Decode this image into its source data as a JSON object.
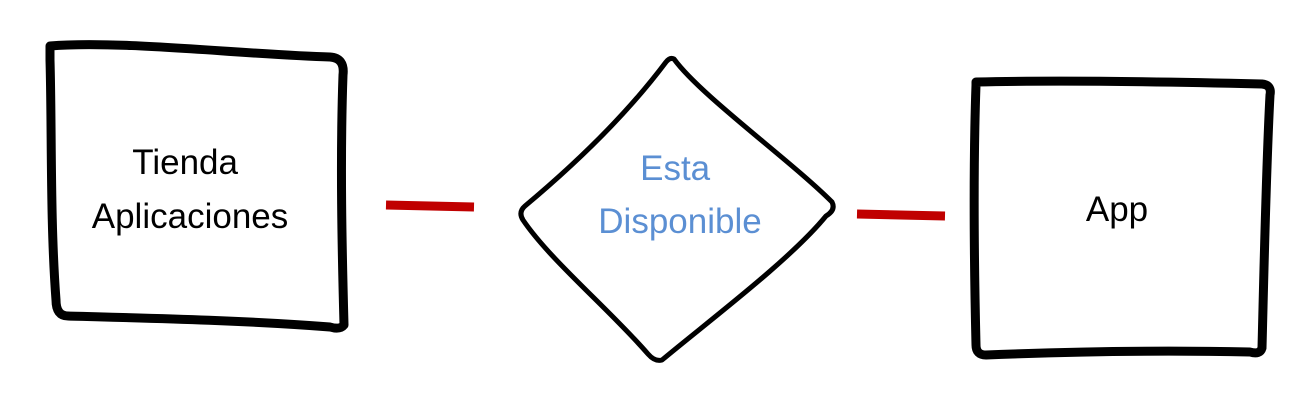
{
  "nodes": {
    "store": {
      "line1": "Tienda",
      "line2": "Aplicaciones"
    },
    "decision": {
      "line1": "Esta",
      "line2": "Disponible"
    },
    "app": {
      "label": "App"
    }
  },
  "colors": {
    "stroke": "#000000",
    "decision_text": "#5b8fd3",
    "connector": "#c00000",
    "text": "#000000"
  }
}
